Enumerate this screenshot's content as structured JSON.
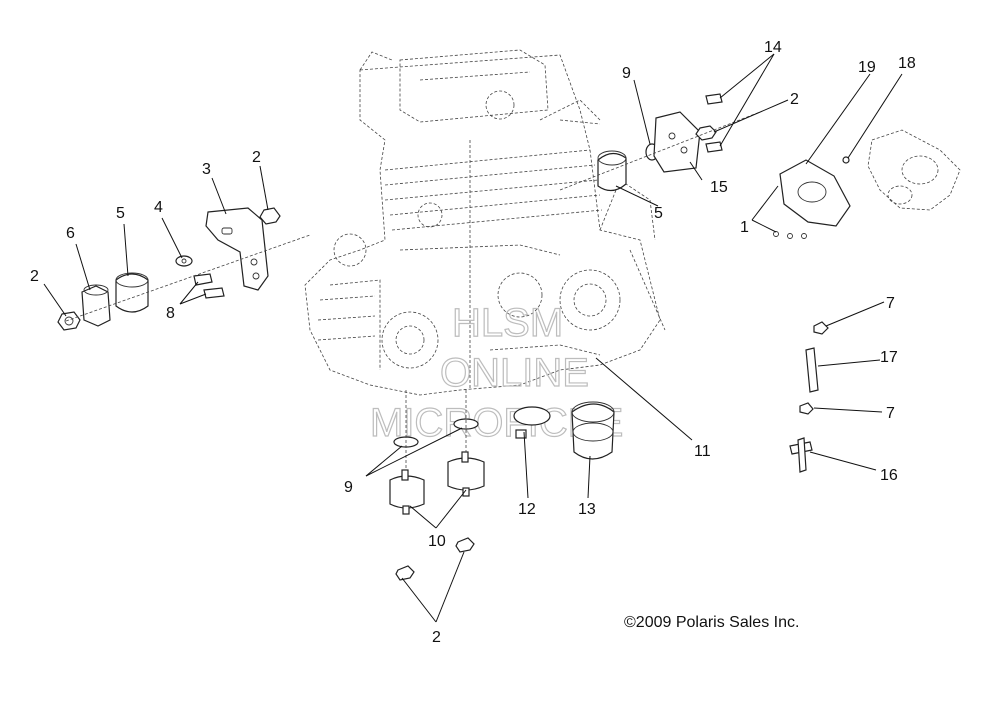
{
  "watermark": {
    "line1": "HLSM",
    "line2": "ONLINE",
    "line3": "MICROFICHE"
  },
  "copyright": "©2009  Polaris Sales Inc.",
  "callouts": {
    "c1": "1",
    "c2a": "2",
    "c2b": "2",
    "c2c": "2",
    "c2d": "2",
    "c3": "3",
    "c4": "4",
    "c5a": "5",
    "c5b": "5",
    "c6": "6",
    "c7a": "7",
    "c7b": "7",
    "c8": "8",
    "c9a": "9",
    "c9b": "9",
    "c10": "10",
    "c11": "11",
    "c12": "12",
    "c13": "13",
    "c14": "14",
    "c15": "15",
    "c16": "16",
    "c17": "17",
    "c18": "18",
    "c19": "19"
  }
}
